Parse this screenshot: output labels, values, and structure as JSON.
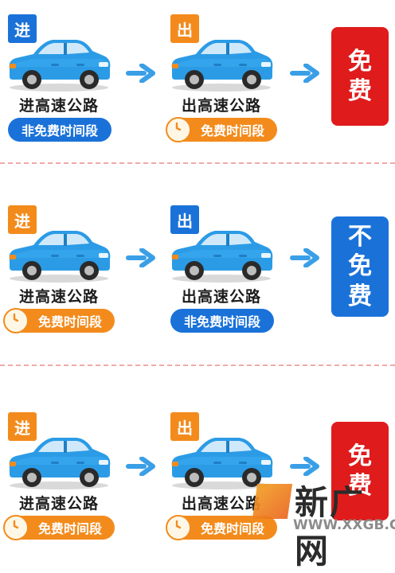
{
  "rows": [
    {
      "entry": {
        "tag": "进",
        "tag_color": "#1a72d9",
        "label": "进高速公路",
        "period": "非免费时间段",
        "period_color": "#1a72d9",
        "clock": false
      },
      "exit": {
        "tag": "出",
        "tag_color": "#f38b1c",
        "label": "出高速公路",
        "period": "免费时间段",
        "period_color": "#f38b1c",
        "clock": true
      },
      "result": {
        "line1": "免",
        "line2": "费",
        "line3": "",
        "color": "#e01b1b"
      }
    },
    {
      "entry": {
        "tag": "进",
        "tag_color": "#f38b1c",
        "label": "进高速公路",
        "period": "免费时间段",
        "period_color": "#f38b1c",
        "clock": true
      },
      "exit": {
        "tag": "出",
        "tag_color": "#1a72d9",
        "label": "出高速公路",
        "period": "非免费时间段",
        "period_color": "#1a72d9",
        "clock": false
      },
      "result": {
        "line1": "不",
        "line2": "免",
        "line3": "费",
        "color": "#1a72d9"
      }
    },
    {
      "entry": {
        "tag": "进",
        "tag_color": "#f38b1c",
        "label": "进高速公路",
        "period": "免费时间段",
        "period_color": "#f38b1c",
        "clock": true
      },
      "exit": {
        "tag": "出",
        "tag_color": "#f38b1c",
        "label": "出高速公路",
        "period": "免费时间段",
        "period_color": "#f38b1c",
        "clock": true
      },
      "result": {
        "line1": "免",
        "line2": "费",
        "line3": "",
        "color": "#e01b1b"
      }
    }
  ],
  "watermark": {
    "title": "新广网",
    "url": "WWW.XXGB.CN"
  },
  "colors": {
    "car_body": "#2b9be6",
    "arrow": "#3a9fe6",
    "divider": "#f2a8a8"
  }
}
